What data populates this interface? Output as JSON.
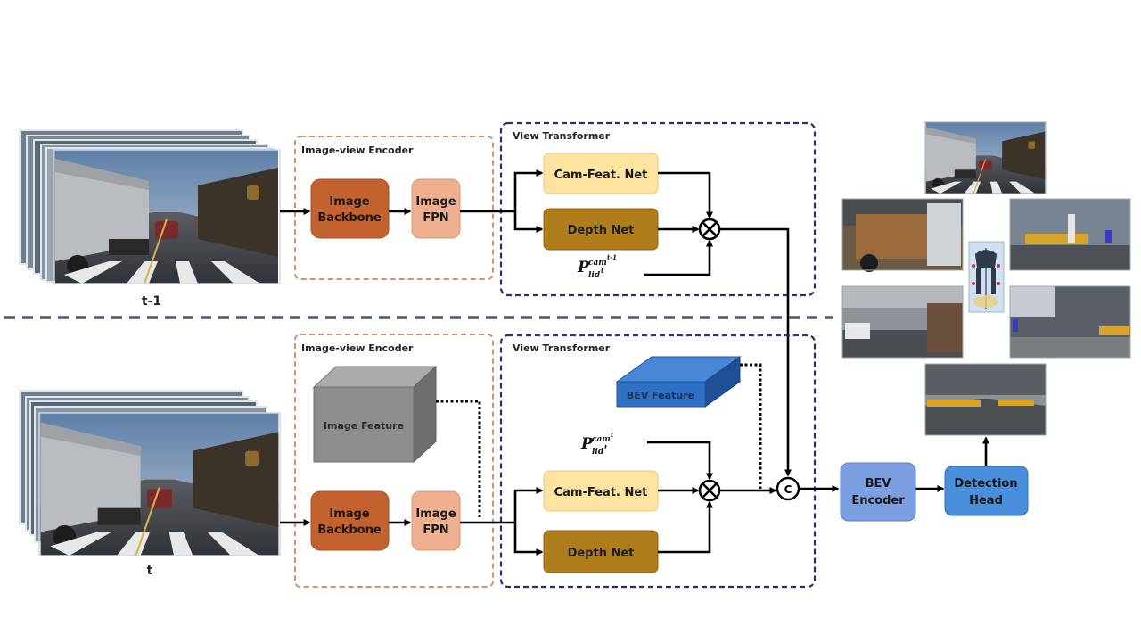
{
  "diagram": {
    "title": "Temporal BEV detection pipeline",
    "frames": {
      "previous": {
        "time_label": "t-1"
      },
      "current": {
        "time_label": "t"
      }
    },
    "groups": {
      "encoder_prev": {
        "title": "Image-view Encoder"
      },
      "transformer_prev": {
        "title": "View Transformer"
      },
      "encoder_curr": {
        "title": "Image-view Encoder"
      },
      "transformer_curr": {
        "title": "View Transformer"
      }
    },
    "blocks": {
      "backbone_prev": {
        "line1": "Image",
        "line2": "Backbone"
      },
      "fpn_prev": {
        "line1": "Image",
        "line2": "FPN"
      },
      "camfeat_prev": {
        "label": "Cam-Feat. Net"
      },
      "depth_prev": {
        "label": "Depth Net"
      },
      "image_feature": {
        "label": "Image Feature"
      },
      "bev_feature": {
        "label": "BEV Feature"
      },
      "backbone_curr": {
        "line1": "Image",
        "line2": "Backbone"
      },
      "fpn_curr": {
        "line1": "Image",
        "line2": "FPN"
      },
      "camfeat_curr": {
        "label": "Cam-Feat. Net"
      },
      "depth_curr": {
        "label": "Depth Net"
      },
      "bev_encoder": {
        "line1": "BEV",
        "line2": "Encoder"
      },
      "detection_head": {
        "line1": "Detection",
        "line2": "Head"
      }
    },
    "operators": {
      "multiply_symbol": "×",
      "concat_symbol": "C"
    },
    "transforms": {
      "prev": {
        "base": "P",
        "sub": "lid",
        "sub_sup": "t",
        "sup": "cam",
        "sup_sup": "t-1"
      },
      "curr": {
        "base": "P",
        "sub": "lid",
        "sub_sup": "t",
        "sup": "cam",
        "sup_sup": "t"
      }
    },
    "colors": {
      "encoder_border": "#d9906a",
      "transformer_border": "#2e2d6e",
      "backbone": "#c4622f",
      "fpn": "#eeb08f",
      "camfeat": "#fde4a0",
      "depth": "#b07d1c",
      "image_feature": "#8c8d8f",
      "bev_feature": "#2f6fc4",
      "bev_encoder": "#7b9fe0",
      "detection_head": "#4a8fdb",
      "separator": "#4a5a6e"
    }
  }
}
